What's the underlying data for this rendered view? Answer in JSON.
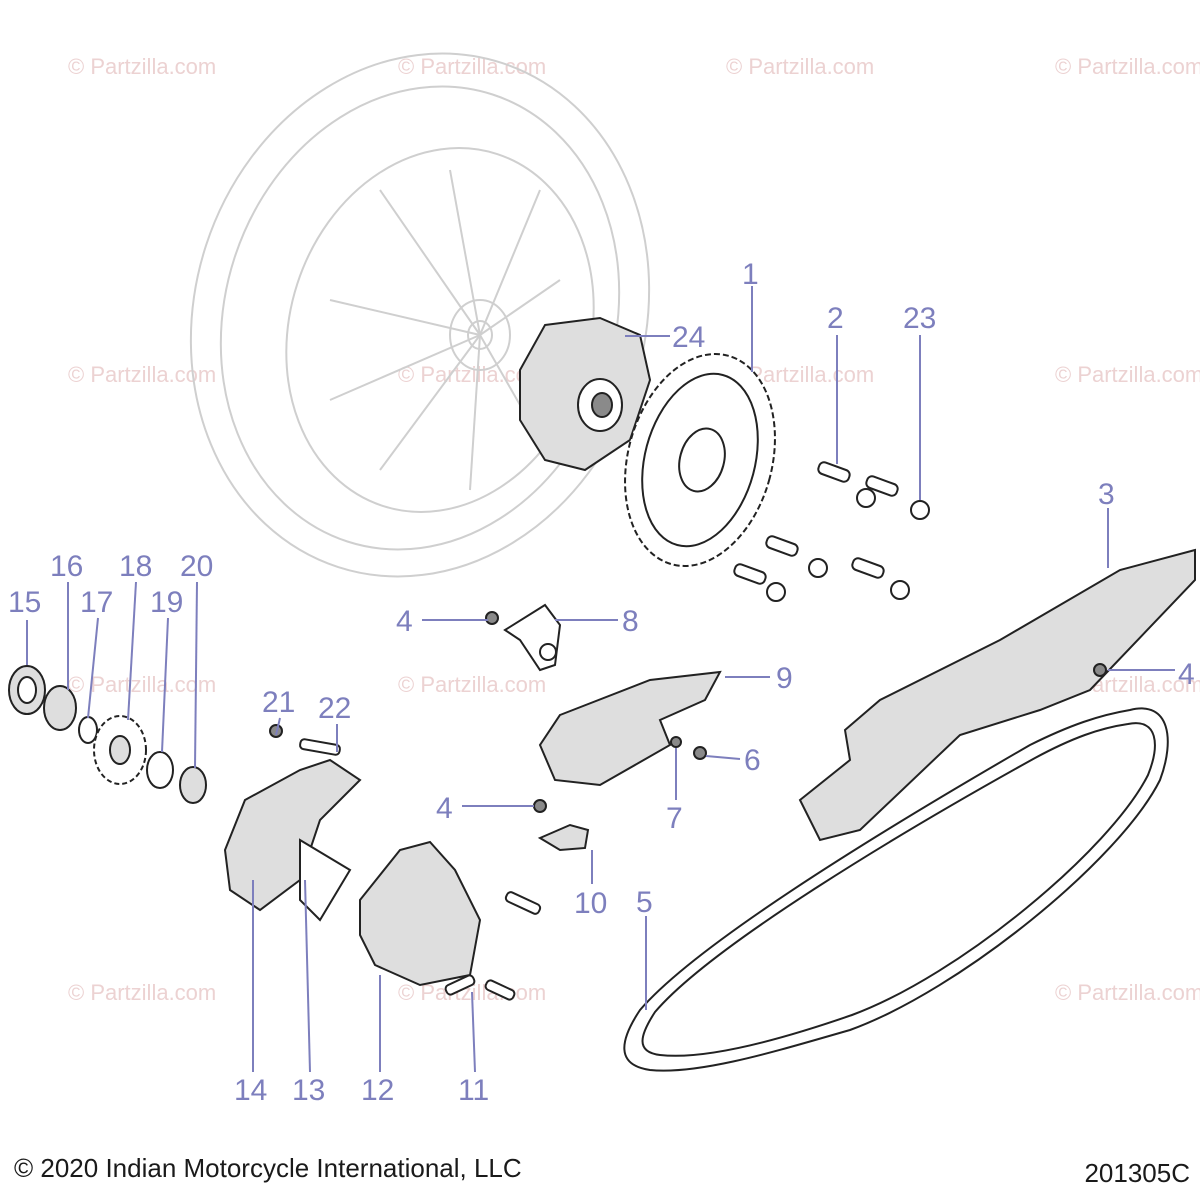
{
  "watermark_text": "© Partzilla.com",
  "callouts": [
    {
      "id": "callout-1",
      "text": "1"
    },
    {
      "id": "callout-2",
      "text": "2"
    },
    {
      "id": "callout-23",
      "text": "23"
    },
    {
      "id": "callout-24",
      "text": "24"
    },
    {
      "id": "callout-3",
      "text": "3"
    },
    {
      "id": "callout-4a",
      "text": "4"
    },
    {
      "id": "callout-8",
      "text": "8"
    },
    {
      "id": "callout-4b",
      "text": "4"
    },
    {
      "id": "callout-9",
      "text": "9"
    },
    {
      "id": "callout-6",
      "text": "6"
    },
    {
      "id": "callout-7",
      "text": "7"
    },
    {
      "id": "callout-4c",
      "text": "4"
    },
    {
      "id": "callout-10",
      "text": "10"
    },
    {
      "id": "callout-5",
      "text": "5"
    },
    {
      "id": "callout-15",
      "text": "15"
    },
    {
      "id": "callout-16",
      "text": "16"
    },
    {
      "id": "callout-17",
      "text": "17"
    },
    {
      "id": "callout-18",
      "text": "18"
    },
    {
      "id": "callout-19",
      "text": "19"
    },
    {
      "id": "callout-20",
      "text": "20"
    },
    {
      "id": "callout-21",
      "text": "21"
    },
    {
      "id": "callout-22",
      "text": "22"
    },
    {
      "id": "callout-14",
      "text": "14"
    },
    {
      "id": "callout-13",
      "text": "13"
    },
    {
      "id": "callout-12",
      "text": "12"
    },
    {
      "id": "callout-11",
      "text": "11"
    }
  ],
  "footer": {
    "copyright": "© 2020 Indian Motorcycle International, LLC",
    "diagram_code": "201305C"
  }
}
